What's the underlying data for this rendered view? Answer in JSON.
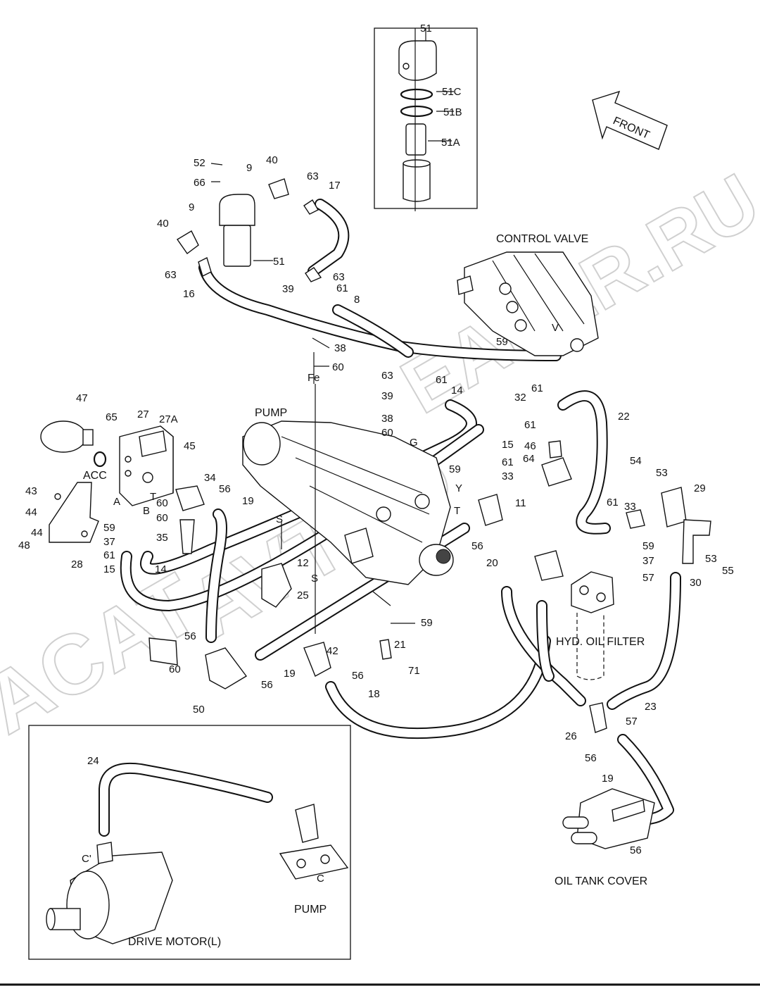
{
  "watermarks": {
    "primary": "ACAT",
    "secondary": "AVTOD",
    "site": "EALER.RU"
  },
  "labels": {
    "control_valve": "CONTROL VALVE",
    "pump_main": "PUMP",
    "pump_inset": "PUMP",
    "front": "FRONT",
    "hyd_oil_filter": "HYD. OIL FILTER",
    "oil_tank_cover": "OIL TANK COVER",
    "drive_motor": "DRIVE MOTOR(L)",
    "acc": "ACC"
  },
  "port_letters": {
    "fe": "Fe",
    "g": "G",
    "s1": "S",
    "s2": "S",
    "t1": "T",
    "t2": "T",
    "y": "Y",
    "v": "V",
    "a": "A",
    "b": "B",
    "c1": "C'",
    "c2": "C"
  },
  "callouts": {
    "c51_top": "51",
    "c51c": "51C",
    "c51b": "51B",
    "c51a": "51A",
    "c52": "52",
    "c66": "66",
    "c9a": "9",
    "c40a": "40",
    "c63a": "63",
    "c17": "17",
    "c9b": "9",
    "c40b": "40",
    "c63b": "63",
    "c16": "16",
    "c51": "51",
    "c63c": "63",
    "c39a": "39",
    "c61a": "61",
    "c8": "8",
    "c38a": "38",
    "c60a": "60",
    "c63d": "63",
    "c39b": "39",
    "c61b": "61",
    "c14a": "14",
    "c38b": "38",
    "c60b": "60",
    "c59a": "59",
    "c32": "32",
    "c61c": "61",
    "c47": "47",
    "c65": "65",
    "c27": "27",
    "c27a": "27A",
    "c45": "45",
    "c43": "43",
    "c44a": "44",
    "c44b": "44",
    "c48": "48",
    "c28": "28",
    "c59b": "59",
    "c37a": "37",
    "c61d": "61",
    "c15a": "15",
    "c14b": "14",
    "c60c": "60",
    "c60d": "60",
    "c34": "34",
    "c56a": "56",
    "c19a": "19",
    "c35": "35",
    "c15b": "15",
    "c61e": "61",
    "c59c": "59",
    "c33a": "33",
    "c11": "11",
    "c56b": "56",
    "c12": "12",
    "c25": "25",
    "c61f": "61",
    "c46": "46",
    "c64": "64",
    "c22": "22",
    "c54": "54",
    "c53a": "53",
    "c29": "29",
    "c61g": "61",
    "c33b": "33",
    "c59d": "59",
    "c37b": "37",
    "c57a": "57",
    "c53b": "53",
    "c55": "55",
    "c30": "30",
    "c20": "20",
    "c59e": "59",
    "c21": "21",
    "c71": "71",
    "c42": "42",
    "c56c": "56",
    "c18": "18",
    "c56d": "56",
    "c56e": "56",
    "c19b": "19",
    "c60e": "60",
    "c50": "50",
    "c26": "26",
    "c57b": "57",
    "c23": "23",
    "c56f": "56",
    "c19c": "19",
    "c56g": "56",
    "c24": "24"
  }
}
